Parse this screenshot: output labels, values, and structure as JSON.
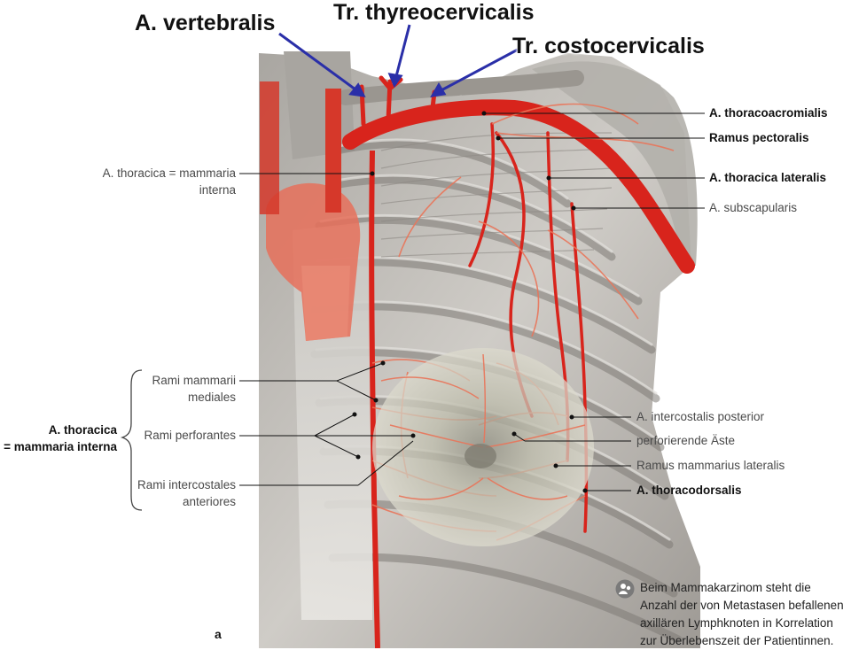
{
  "header_labels": {
    "vertebralis": "A. vertebralis",
    "thyreocervicalis": "Tr. thyreocervicalis",
    "costocervicalis": "Tr. costocervicalis"
  },
  "right_labels": {
    "thoracoacromialis": "A. thoracoacromialis",
    "ramus_pectoralis": "Ramus pectoralis",
    "thoracica_lateralis": "A. thoracica lateralis",
    "subscapularis": "A. subscapularis",
    "intercostalis_posterior": "A. intercostalis posterior",
    "perforierende_aeste": "perforierende Äste",
    "ramus_mammarius_lateralis": "Ramus mammarius lateralis",
    "thoracodorsalis": "A. thoracodorsalis"
  },
  "left_labels": {
    "thoracica_interna_line1": "A. thoracica = mammaria",
    "thoracica_interna_line2": "interna",
    "rami_mammarii_line1": "Rami mammarii",
    "rami_mammarii_line2": "mediales",
    "rami_perforantes": "Rami perforantes",
    "rami_intercostales_line1": "Rami intercostales",
    "rami_intercostales_line2": "anteriores",
    "group_line1": "A. thoracica",
    "group_line2": "= mammaria interna"
  },
  "panel_letter": "a",
  "note": {
    "icon": "patient-note-icon",
    "text": "Beim Mammakarzinom steht die Anzahl der von Metastasen befallenen axillären Lymphknoten in Korrelation zur Überlebenszeit der Patientinnen."
  },
  "colors": {
    "artery": "#d8241c",
    "artery_light": "#e9755a",
    "tissue": "#b9b6b1",
    "tissue_dark": "#8f8b86",
    "breast": "#d4d2c4",
    "pointer_blue": "#2a2fa8"
  }
}
